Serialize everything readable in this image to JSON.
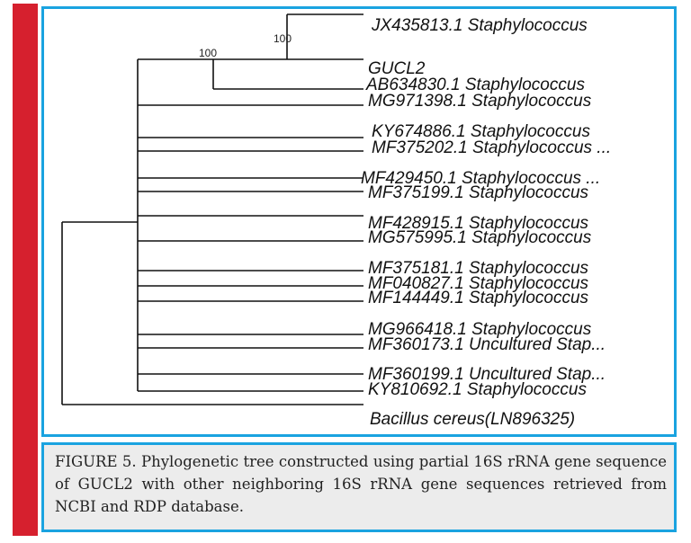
{
  "figure": {
    "leaves": [
      {
        "id": "l1",
        "label": "JX435813.1 Staphylococcus"
      },
      {
        "id": "l2",
        "label": "GUCL2"
      },
      {
        "id": "l3",
        "label": "AB634830.1 Staphylococcus"
      },
      {
        "id": "l4",
        "label": "MG971398.1 Staphylococcus"
      },
      {
        "id": "l5",
        "label": "KY674886.1 Staphylococcus"
      },
      {
        "id": "l6",
        "label": "MF375202.1 Staphylococcus ..."
      },
      {
        "id": "l7",
        "label": "MF429450.1 Staphylococcus ..."
      },
      {
        "id": "l8",
        "label": "MF375199.1 Staphylococcus"
      },
      {
        "id": "l9",
        "label": "MF428915.1 Staphylococcus"
      },
      {
        "id": "l10",
        "label": "MG575995.1 Staphylococcus"
      },
      {
        "id": "l11",
        "label": "MF375181.1 Staphylococcus"
      },
      {
        "id": "l12",
        "label": "MF040827.1 Staphylococcus"
      },
      {
        "id": "l13",
        "label": "MF144449.1 Staphylococcus"
      },
      {
        "id": "l14",
        "label": "MG966418.1 Staphylococcus"
      },
      {
        "id": "l15",
        "label": "MF360173.1 Uncultured Stap..."
      },
      {
        "id": "l16",
        "label": "MF360199.1 Uncultured Stap..."
      },
      {
        "id": "l17",
        "label": "KY810692.1 Staphylococcus"
      },
      {
        "id": "l18",
        "label": "Bacillus cereus(LN896325)"
      }
    ],
    "bootstrap_labels": [
      "100",
      "100"
    ],
    "colors": {
      "border": "#1aa3e0",
      "accent_bar": "#d6202e",
      "caption_bg": "#ececec"
    }
  },
  "caption": "FIGURE 5. Phylogenetic tree constructed using partial 16S rRNA gene sequence of GUCL2 with other neighboring 16S rRNA gene sequences retrieved from NCBI and RDP database."
}
